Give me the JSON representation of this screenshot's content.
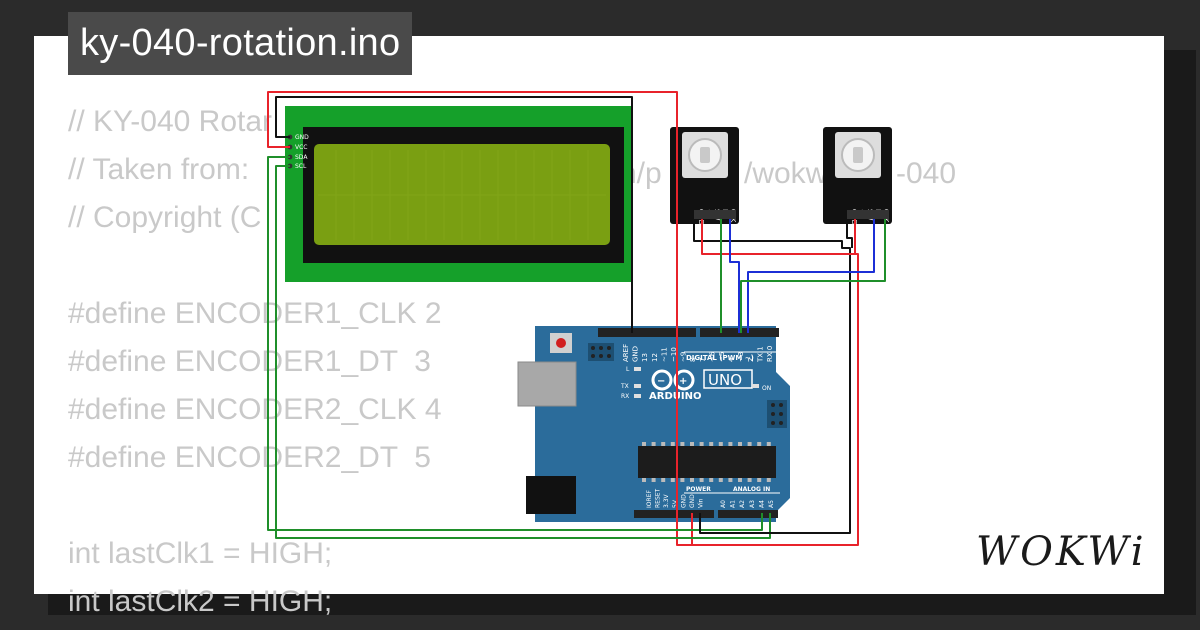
{
  "title": "ky-040-rotation.ino",
  "code_lines": [
    "// KY-040 Rotar",
    "// Taken from:",
    "// Copyright (C",
    "",
    "#define ENCODER1_CLK 2",
    "#define ENCODER1_DT  3",
    "#define ENCODER2_CLK 4",
    "#define ENCODER2_DT  5",
    "",
    "int lastClk1 = HIGH;",
    "int lastClk2 = HIGH;"
  ],
  "code_fragment_1": "n/p",
  "code_fragment_2": "/wokw",
  "code_fragment_3": "-040",
  "lcd": {
    "pins": [
      "GND",
      "VCC",
      "SDA",
      "SCL"
    ]
  },
  "encoder": {
    "pins": [
      "CLK",
      "DT",
      "SW",
      "+",
      "GND"
    ]
  },
  "arduino": {
    "brand": "ARDUINO",
    "model": "UNO",
    "digital_label": "DIGITAL (PWM ~)",
    "digital_pins": [
      "AREF",
      "GND",
      "13",
      "12",
      "~11",
      "~10",
      "~9",
      "8",
      "7",
      "~6",
      "~5",
      "4",
      "~3",
      "2",
      "TX 1",
      "RX 0"
    ],
    "power_label": "POWER",
    "analog_label": "ANALOG IN",
    "power_pins": [
      "IOREF",
      "RESET",
      "3.3V",
      "5V",
      "GND",
      "GND",
      "Vin"
    ],
    "analog_pins": [
      "A0",
      "A1",
      "A2",
      "A3",
      "A4",
      "A5"
    ],
    "led_l": "L",
    "led_tx": "TX",
    "led_rx": "RX",
    "led_on": "ON"
  },
  "logo_text": "WOKWi",
  "colors": {
    "wire_red": "#e8232b",
    "wire_black": "#111111",
    "wire_green": "#1f8f2a",
    "wire_blue": "#1c2fd6",
    "board_blue": "#2b6c9b",
    "lcd_pcb": "#15a02a",
    "lcd_screen": "#7a9f12"
  }
}
